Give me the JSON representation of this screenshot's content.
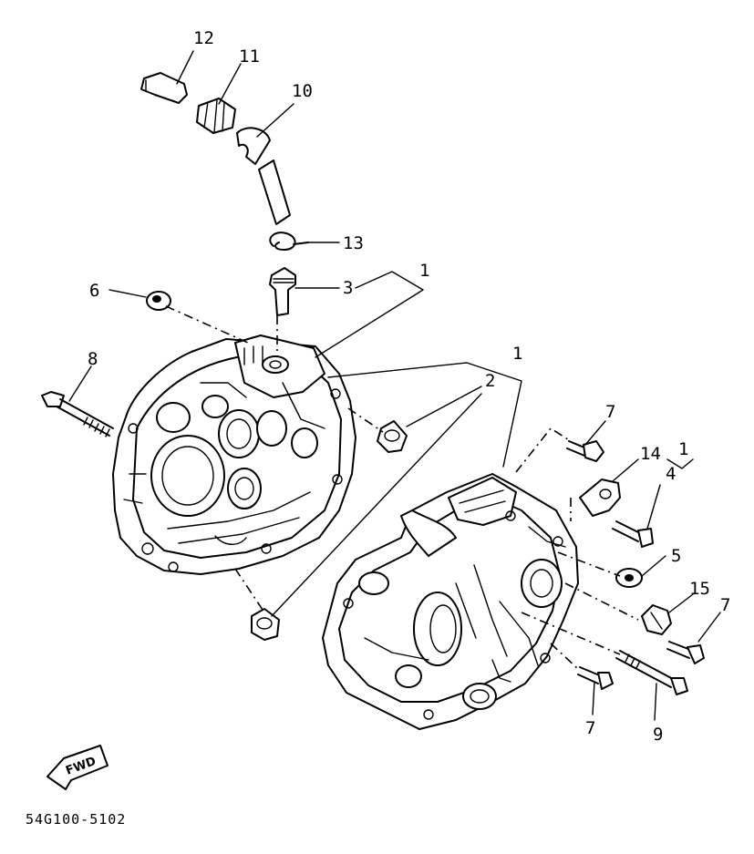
{
  "callouts": {
    "n1a": "1",
    "n1b": "1",
    "n1c": "1",
    "n2": "2",
    "n3": "3",
    "n4": "4",
    "n5": "5",
    "n6": "6",
    "n7a": "7",
    "n7b": "7",
    "n7c": "7",
    "n8": "8",
    "n9": "9",
    "n10": "10",
    "n11": "11",
    "n12": "12",
    "n13": "13",
    "n14": "14",
    "n15": "15"
  },
  "direction_badge": {
    "label": "FWD",
    "icon": "fwd-arrow-icon"
  },
  "figure_code": "54G100-5102"
}
